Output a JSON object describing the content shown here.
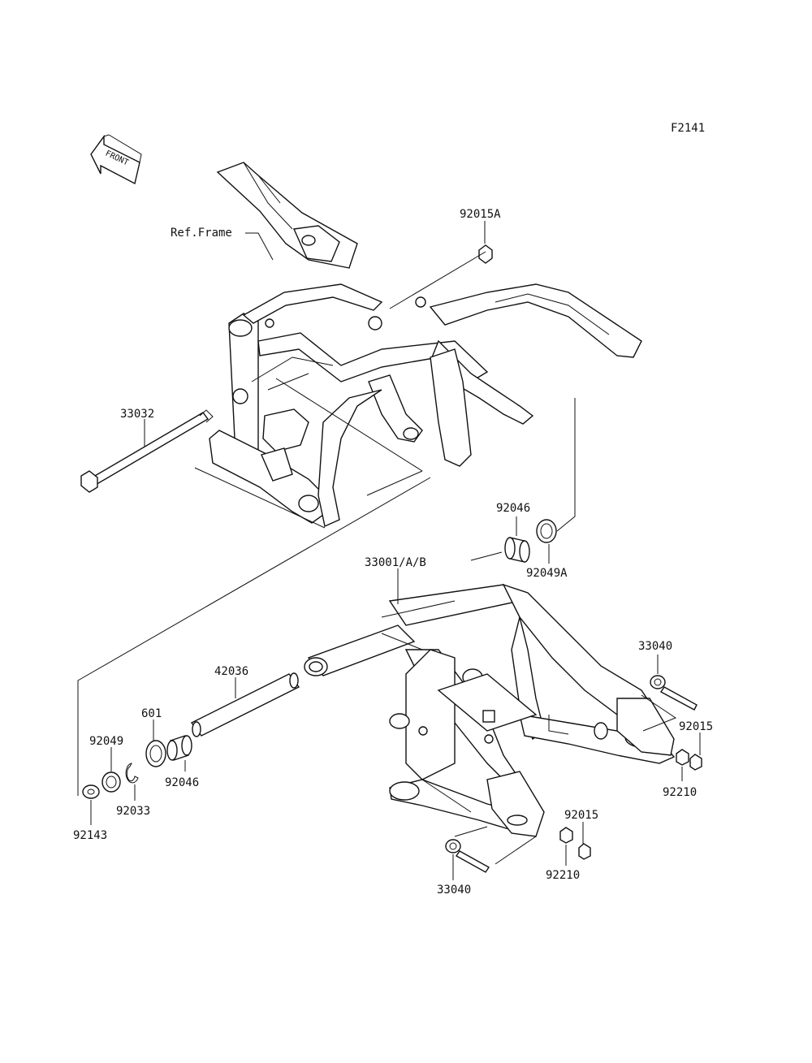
{
  "figure_id": "F2141",
  "front_badge": "FRONT",
  "labels": {
    "ref_frame": "Ref.Frame",
    "p92015A": "92015A",
    "p33032": "33032",
    "p92046_top": "92046",
    "p92049A": "92049A",
    "p33001": "33001/A/B",
    "p42036": "42036",
    "p601": "601",
    "p92049": "92049",
    "p92046_low": "92046",
    "p92033": "92033",
    "p92143": "92143",
    "p33040_right": "33040",
    "p92015_right": "92015",
    "p92210_right": "92210",
    "p92015_low": "92015",
    "p92210_low": "92210",
    "p33040_low": "33040"
  }
}
